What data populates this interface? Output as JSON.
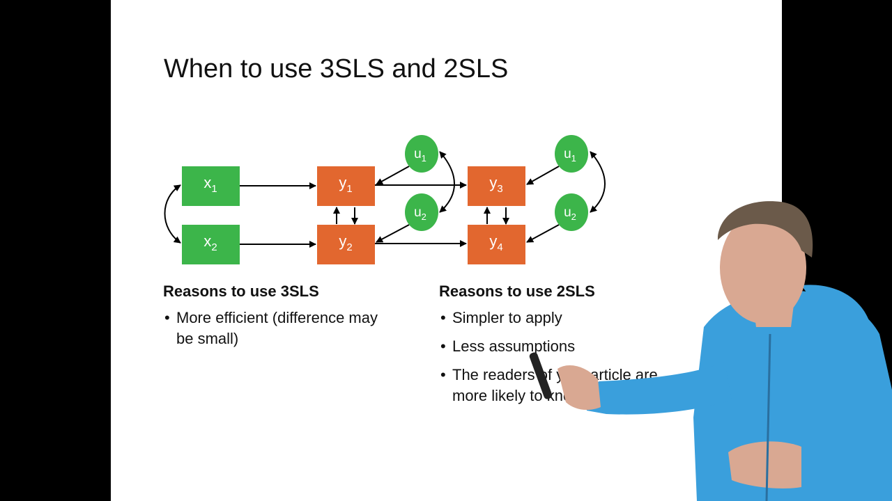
{
  "slide": {
    "title": "When to use 3SLS and 2SLS"
  },
  "diagram": {
    "colors": {
      "exogenous": "#3cb54a",
      "endogenous": "#e2672f",
      "error": "#3cb54a",
      "arrow": "#000000"
    },
    "nodes": {
      "x1": {
        "base": "x",
        "sub": "1"
      },
      "x2": {
        "base": "x",
        "sub": "2"
      },
      "y1": {
        "base": "y",
        "sub": "1"
      },
      "y2": {
        "base": "y",
        "sub": "2"
      },
      "y3": {
        "base": "y",
        "sub": "3"
      },
      "y4": {
        "base": "y",
        "sub": "4"
      },
      "u1a": {
        "base": "u",
        "sub": "1"
      },
      "u2a": {
        "base": "u",
        "sub": "2"
      },
      "u1b": {
        "base": "u",
        "sub": "1"
      },
      "u2b": {
        "base": "u",
        "sub": "2"
      }
    }
  },
  "left_column": {
    "heading": "Reasons to use 3SLS",
    "bullets": [
      "More efficient (difference may be small)"
    ]
  },
  "right_column": {
    "heading": "Reasons to use 2SLS",
    "bullets": [
      "Simpler to apply",
      "Less assumptions",
      "The readers of your article are more likely to know this method"
    ]
  },
  "presenter": {
    "hoodie_color": "#3a9fdc",
    "skin_color": "#d9a892",
    "hair_color": "#6b5a4a"
  }
}
